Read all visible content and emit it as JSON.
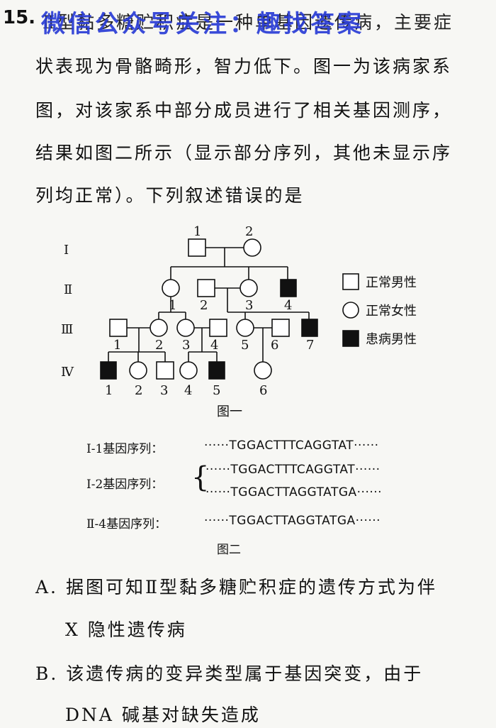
{
  "question": {
    "number": "15.",
    "watermark": "微信公众号关注：趣找答案",
    "stem_line1_fragment": "Ⅱ型黏多糖贮积症是一种单基因遗传病，主要症",
    "stem_lines": [
      "状表现为骨骼畸形，智力低下。图一为该病家系",
      "图，对该家系中部分成员进行了相关基因测序，",
      "结果如图二所示（显示部分序列，其他未显示序",
      "列均正常）。下列叙述错误的是"
    ]
  },
  "figure1": {
    "caption": "图一",
    "generations": [
      "Ⅰ",
      "Ⅱ",
      "Ⅲ",
      "Ⅳ"
    ],
    "legend": [
      "正常男性",
      "正常女性",
      "患病男性"
    ],
    "numbers": {
      "g1": [
        "1",
        "2"
      ],
      "g2": [
        "1",
        "2",
        "3",
        "4"
      ],
      "g3": [
        "1",
        "2",
        "3",
        "4",
        "5",
        "6",
        "7"
      ],
      "g4": [
        "1",
        "2",
        "3",
        "4",
        "5",
        "6"
      ]
    }
  },
  "figure2": {
    "caption": "图二",
    "rows": [
      {
        "label": "Ⅰ-1基因序列：",
        "seqs": [
          "······TGGACTTTCAGGTAT······"
        ]
      },
      {
        "label": "Ⅰ-2基因序列：",
        "seqs": [
          "······TGGACTTTCAGGTAT······",
          "······TGGACTTAGGTATGA······"
        ]
      },
      {
        "label": "Ⅱ-4基因序列：",
        "seqs": [
          "······TGGACTTAGGTATGA······"
        ]
      }
    ]
  },
  "options": {
    "A_line1": "A. 据图可知Ⅱ型黏多糖贮积症的遗传方式为伴",
    "A_line2": "X 隐性遗传病",
    "B_line1": "B. 该遗传病的变异类型属于基因突变，由于",
    "B_line2": "DNA 碱基对缺失造成"
  }
}
